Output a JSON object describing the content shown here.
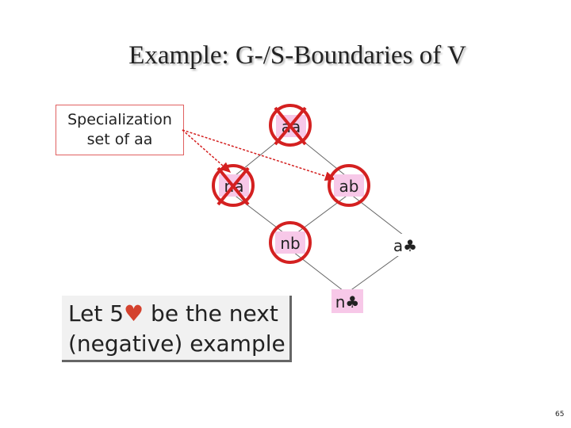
{
  "title": "Example: G-/S-Boundaries of V",
  "specialization_note": {
    "line1": "Specialization",
    "line2": "set of aa"
  },
  "nodes": {
    "aa": "aa",
    "na": "na",
    "ab": "ab",
    "nb": "nb",
    "a_club": "a",
    "n_club": "n"
  },
  "club_symbol": "♣",
  "heart_symbol": "♥",
  "negative_example": {
    "line1_pre": "Let 5",
    "line1_post": " be the next",
    "line2": "(negative) example"
  },
  "page_number": "65",
  "colors": {
    "cross_out": "#d42020",
    "node_fill_pink": "#f7c8e8",
    "arrow": "#d42020",
    "heart": "#d4422e"
  }
}
